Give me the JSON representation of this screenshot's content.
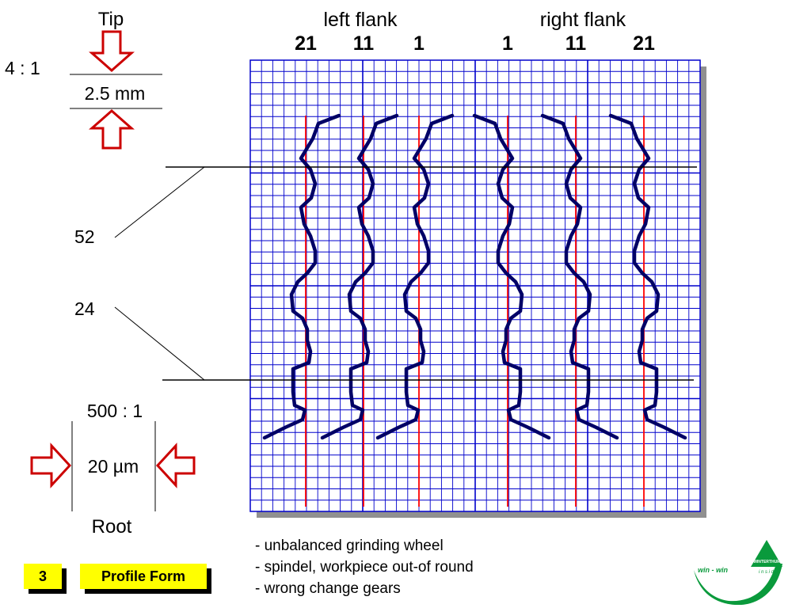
{
  "labels": {
    "tip": "Tip",
    "root": "Root",
    "scale_top": "4 : 1",
    "tip_dim": "2.5 mm",
    "scale_bottom": "500 : 1",
    "root_dim": "20 µm",
    "left_flank": "left flank",
    "right_flank": "right flank",
    "marker_52": "52",
    "marker_24": "24"
  },
  "tooth_numbers": [
    "21",
    "11",
    "1",
    "1",
    "11",
    "21"
  ],
  "causes": [
    "- unbalanced grinding wheel",
    "- spindel, workpiece out-of round",
    "- wrong change gears"
  ],
  "footer": {
    "page_number": "3",
    "topic": "Profile Form"
  },
  "logo": {
    "slogan": "win - win",
    "brand": "WINTERTHUR",
    "tagline": "i n s i d e"
  },
  "colors": {
    "grid": "#0000cc",
    "reference_line": "#ff0000",
    "profile_trace": "#000066",
    "arrow": "#cc0000",
    "badge": "#ffff00",
    "logo_green": "#0a9a3c"
  }
}
